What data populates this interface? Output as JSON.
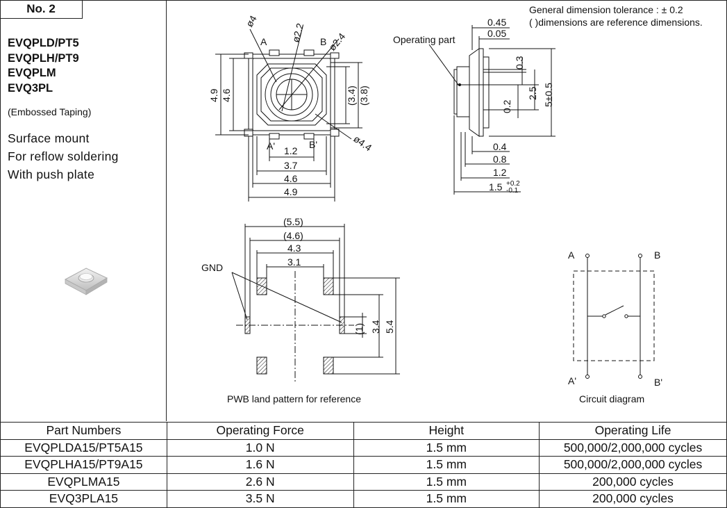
{
  "header": {
    "number": "No. 2"
  },
  "models": [
    "EVQPLD/PT5",
    "EVQPLH/PT9",
    "EVQPLM",
    "EVQ3PL"
  ],
  "packaging": "(Embossed Taping)",
  "features": [
    "Surface mount",
    "For reflow soldering",
    "With push plate"
  ],
  "tolerance_note": [
    "General dimension tolerance : ± 0.2",
    "( )dimensions are reference dimensions."
  ],
  "top_view": {
    "dims": [
      "ø4",
      "ø2.2",
      "ø2.4",
      "ø4.4",
      "4.9",
      "4.6",
      "(3.4)",
      "(3.8)",
      "1.2",
      "3.7",
      "4.6",
      "4.9"
    ],
    "terminals": [
      "A",
      "B",
      "A'",
      "B'"
    ]
  },
  "side_view": {
    "label": "Operating part",
    "dims": [
      "0.45",
      "0.05",
      "0.3",
      "2.5",
      "0.2",
      "5±0.5",
      "0.4",
      "0.8",
      "1.2",
      "1.5",
      "+0.2",
      "-0.1"
    ]
  },
  "land_pattern": {
    "dims": [
      "(5.5)",
      "(4.6)",
      "4.3",
      "3.1",
      "(1)",
      "3.4",
      "5.4"
    ],
    "gnd_label": "GND",
    "caption": "PWB land pattern for reference"
  },
  "circuit": {
    "terminals": [
      "A",
      "B",
      "A'",
      "B'"
    ],
    "caption": "Circuit diagram"
  },
  "spec_table": {
    "headers": [
      "Part Numbers",
      "Operating Force",
      "Height",
      "Operating Life"
    ],
    "rows": [
      [
        "EVQPLDA15/PT5A15",
        "1.0 N",
        "1.5 mm",
        "500,000/2,000,000 cycles"
      ],
      [
        "EVQPLHA15/PT9A15",
        "1.6 N",
        "1.5 mm",
        "500,000/2,000,000 cycles"
      ],
      [
        "EVQPLMA15",
        "2.6 N",
        "1.5 mm",
        "200,000 cycles"
      ],
      [
        "EVQ3PLA15",
        "3.5 N",
        "1.5 mm",
        "200,000 cycles"
      ]
    ]
  }
}
